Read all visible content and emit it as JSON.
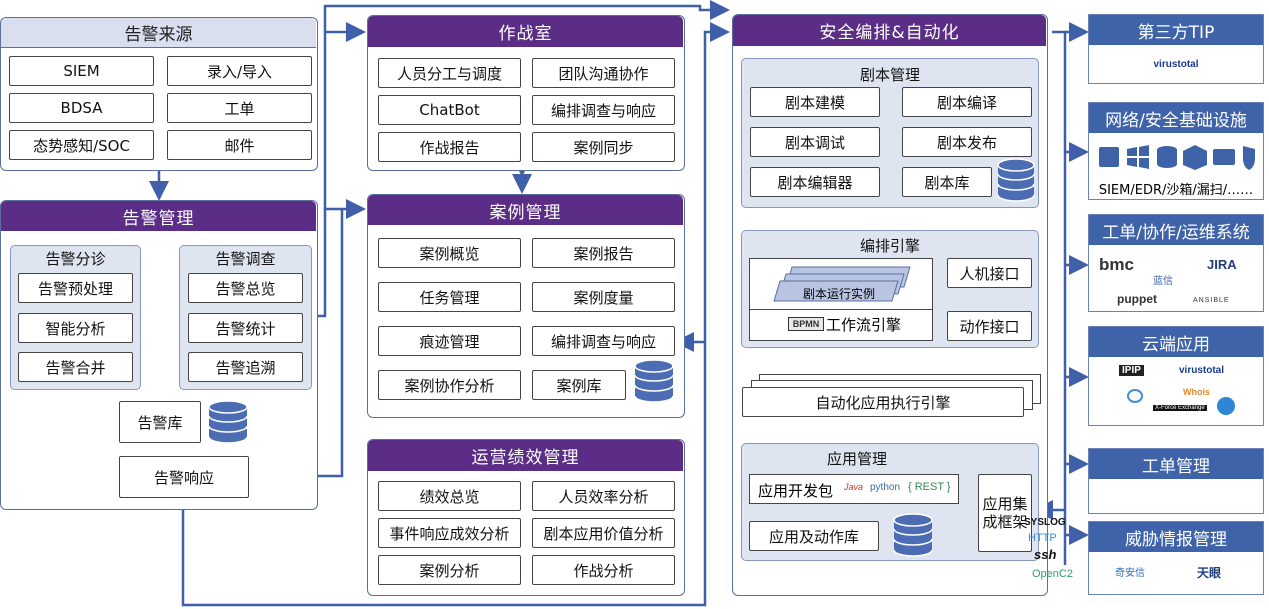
{
  "alert_source": {
    "title": "告警来源",
    "items": [
      "SIEM",
      "录入/导入",
      "BDSA",
      "工单",
      "态势感知/SOC",
      "邮件"
    ]
  },
  "alert_mgmt": {
    "title": "告警管理",
    "triage": {
      "title": "告警分诊",
      "items": [
        "告警预处理",
        "智能分析",
        "告警合并"
      ]
    },
    "investigate": {
      "title": "告警调查",
      "items": [
        "告警总览",
        "告警统计",
        "告警追溯"
      ]
    },
    "db_label": "告警库",
    "response_label": "告警响应"
  },
  "war_room": {
    "title": "作战室",
    "items": [
      "人员分工与调度",
      "团队沟通协作",
      "ChatBot",
      "编排调查与响应",
      "作战报告",
      "案例同步"
    ]
  },
  "case_mgmt": {
    "title": "案例管理",
    "items": [
      "案例概览",
      "案例报告",
      "任务管理",
      "案例度量",
      "痕迹管理",
      "编排调查与响应",
      "案例协作分析",
      "案例库"
    ]
  },
  "ops_perf": {
    "title": "运营绩效管理",
    "items": [
      "绩效总览",
      "人员效率分析",
      "事件响应成效分析",
      "剧本应用价值分析",
      "案例分析",
      "作战分析"
    ]
  },
  "soar": {
    "title": "安全编排&自动化",
    "playbook": {
      "title": "剧本管理",
      "items": [
        "剧本建模",
        "剧本编译",
        "剧本调试",
        "剧本发布",
        "剧本编辑器",
        "剧本库"
      ]
    },
    "engine": {
      "title": "编排引擎",
      "instances": "剧本运行实例",
      "bpmn": "BPMN",
      "workflow": "工作流引擎",
      "hmi": "人机接口",
      "action": "动作接口"
    },
    "auto_engine": "自动化应用执行引擎",
    "app": {
      "title": "应用管理",
      "dev_kit": "应用开发包",
      "java": "Java",
      "python": "python",
      "rest": "{ REST }",
      "lib": "应用及动作库",
      "framework": "应用集成框架"
    },
    "protocols": [
      "SYSLOG",
      "HTTP",
      "ssh",
      "OpenC2"
    ]
  },
  "right": {
    "tip": {
      "title": "第三方TIP",
      "logo": "virustotal"
    },
    "infra": {
      "title": "网络/安全基础设施",
      "caption": "SIEM/EDR/沙箱/漏扫/……"
    },
    "ticket_sys": {
      "title": "工单/协作/运维系统",
      "logos": [
        "bmc",
        "蓝信",
        "JIRA",
        "puppet",
        "ANSIBLE"
      ]
    },
    "cloud": {
      "title": "云端应用",
      "logos": [
        "IPIP",
        "virustotal",
        "Whois",
        "X-Force Exchange"
      ]
    },
    "ticket_mgmt": {
      "title": "工单管理"
    },
    "threat_intel": {
      "title": "威胁情报管理",
      "logos": [
        "奇安信",
        "天眼"
      ]
    }
  },
  "colors": {
    "purple": "#5b2d86",
    "blue": "#3e63a8",
    "line": "#3f5fa8",
    "light": "#d9dfee"
  }
}
